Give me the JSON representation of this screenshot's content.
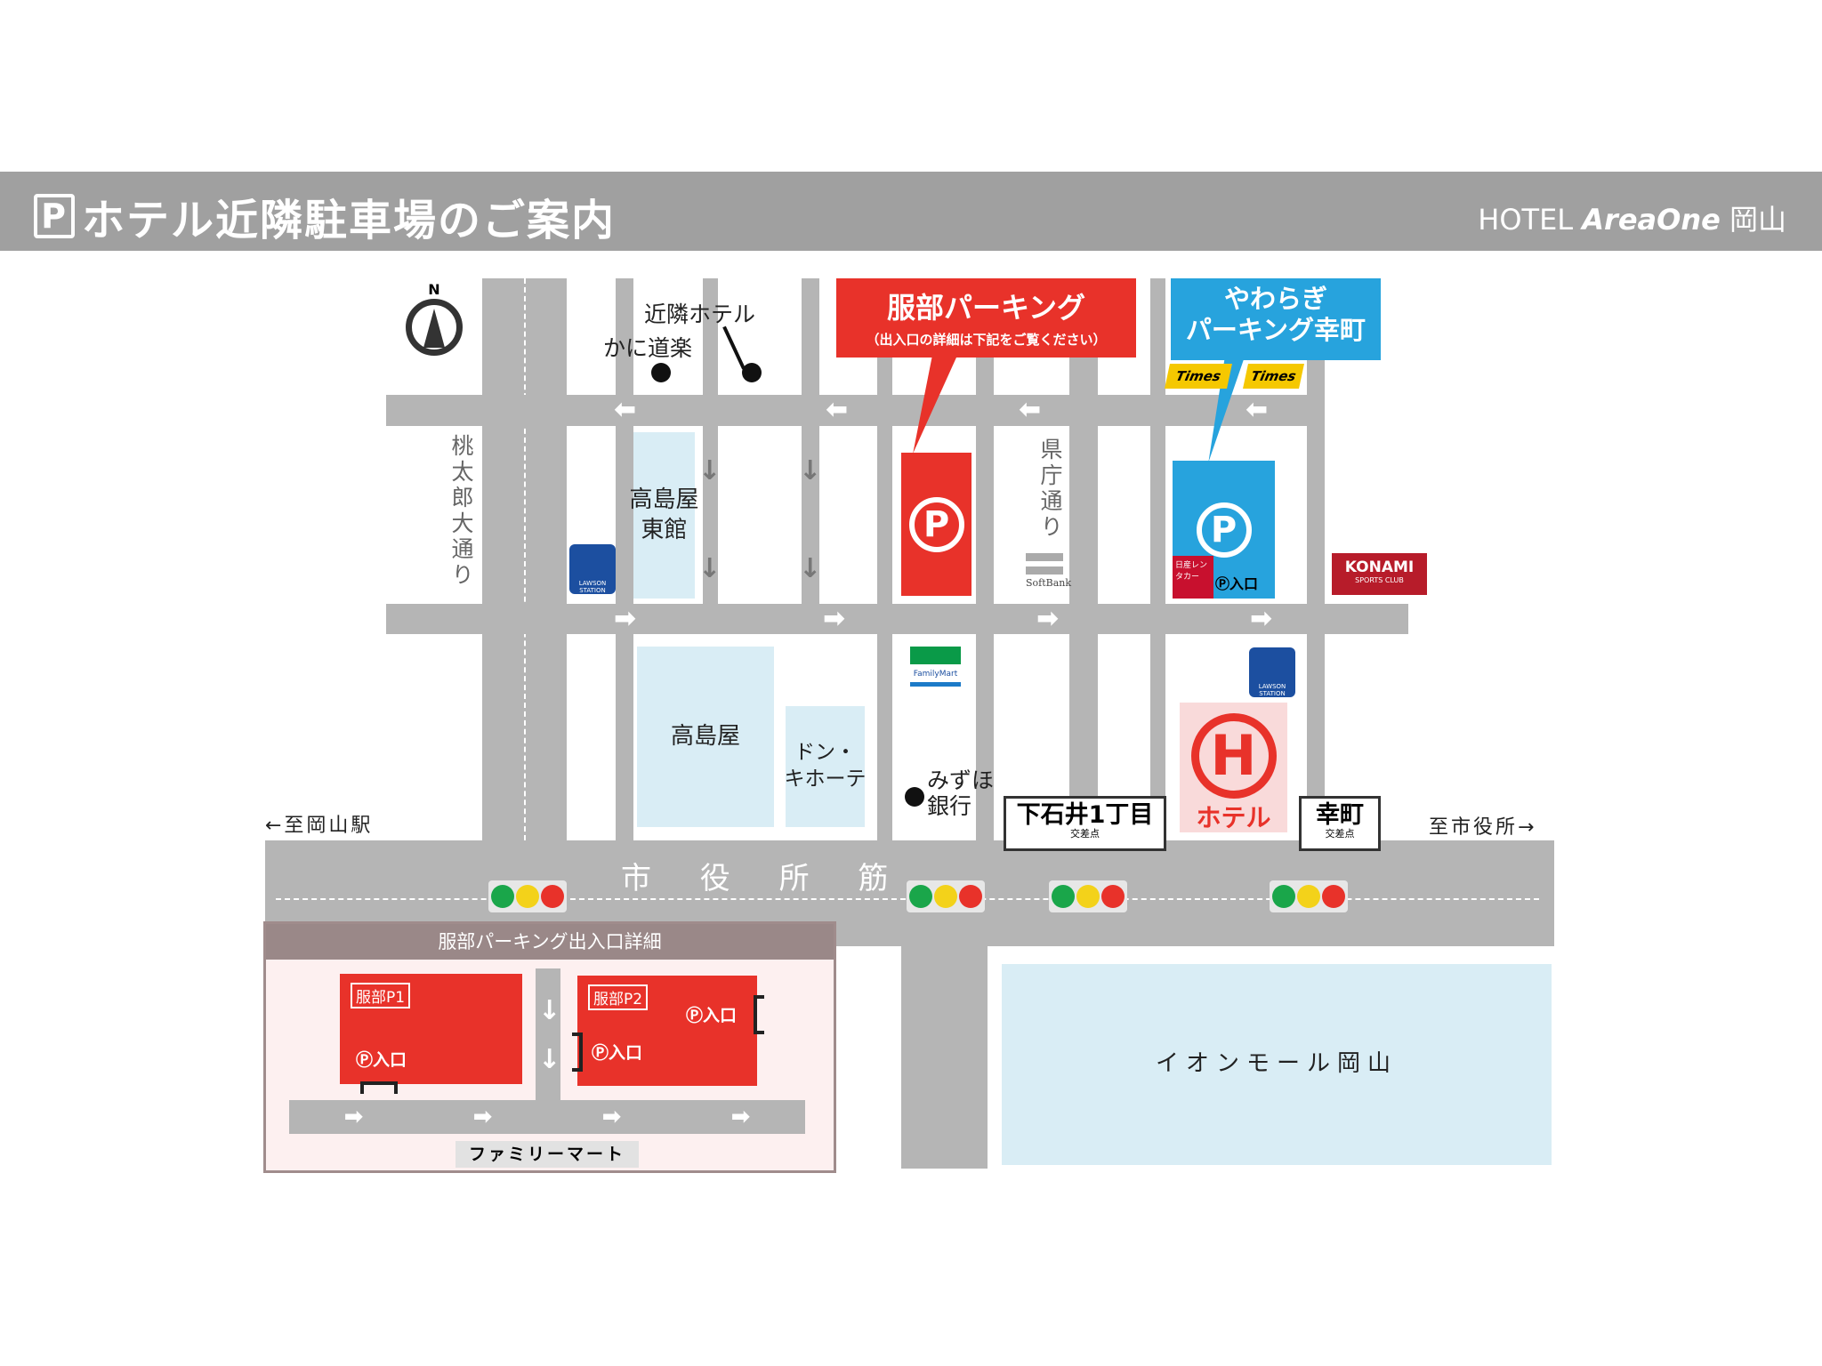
{
  "header": {
    "p_icon": "P",
    "title": "ホテル近隣駐車場のご案内",
    "logo_prefix": "HOTEL",
    "logo_brand": "AreaOne",
    "logo_city": "岡山"
  },
  "compass": {
    "label": "N"
  },
  "callouts": {
    "hattori": {
      "title": "服部パーキング",
      "subtitle": "（出入口の詳細は下記をご覧ください）"
    },
    "yawaragi": {
      "line1": "やわらぎ",
      "line2": "パーキング幸町"
    }
  },
  "roads": {
    "momotaro": "桃太郎大通り",
    "kencho": "県庁通り",
    "shiyakusho": "市 役 所 筋",
    "to_station": "←至岡山駅",
    "to_cityhall": "至市役所→"
  },
  "places": {
    "kinrin_hotel": "近隣ホテル",
    "kani": "かに道楽",
    "takashimaya_east": "高島屋\n東館",
    "takashimaya": "高島屋",
    "donki": "ドン・\nキホーテ",
    "mizuho": "みずほ\n銀行",
    "hotel": "ホテル",
    "hotel_icon": "H",
    "aeon": "イオンモール岡山",
    "softbank": "SoftBank",
    "familymart": "FamilyMart",
    "lawson": "LAWSON STATION",
    "konami": "KONAMI",
    "konami_sub": "SPORTS CLUB",
    "times": "Times",
    "nissan": "日産レンタカー",
    "p_entrance": "Ⓟ入口",
    "p_icon": "P"
  },
  "intersections": {
    "shimoishii": {
      "name": "下石井1丁目",
      "sub": "交差点"
    },
    "saiwaicho": {
      "name": "幸町",
      "sub": "交差点"
    }
  },
  "detail": {
    "title": "服部パーキング出入口詳細",
    "p1": "服部P1",
    "p2": "服部P2",
    "entrance": "Ⓟ入口",
    "familymart": "ファミリーマート"
  },
  "colors": {
    "red": "#e8322a",
    "blue": "#27a3dd",
    "lightblue": "#d9edf5",
    "road": "#b5b5b5",
    "header": "#a0a0a0"
  }
}
